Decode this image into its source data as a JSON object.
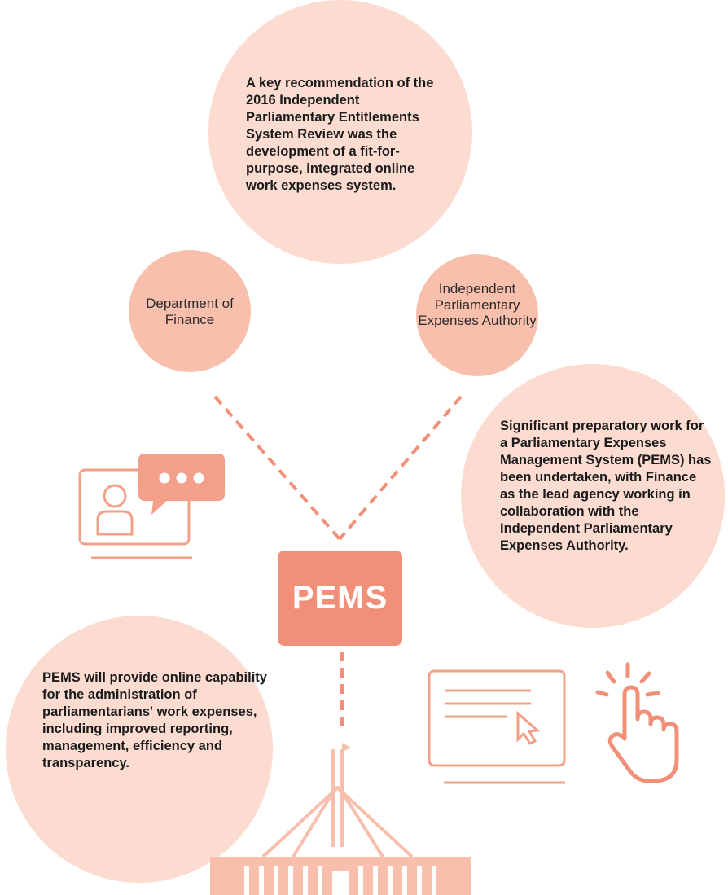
{
  "colors": {
    "light_circle": "#fcdcd1",
    "medium_circle": "#f8bfad",
    "accent": "#f28f78",
    "dashed_line": "#f28f78",
    "icon_stroke": "#f2a08a",
    "text": "#1a1a1a"
  },
  "top_circle": {
    "text": "A key recommendation of the 2016 Independent Parliamentary Entitlements System Review was the development of a fit-for-purpose, integrated online work expenses system."
  },
  "left_node": {
    "label": "Department of Finance"
  },
  "right_node": {
    "label": "Independent Parliamentary Expenses Authority"
  },
  "right_circle": {
    "text": "Significant preparatory work for a Parliamentary Expenses Management System (PEMS) has been undertaken, with Finance as the lead agency working in collaboration with the Independent Parliamentary Expenses Authority."
  },
  "center": {
    "label": "PEMS"
  },
  "left_circle": {
    "text": "PEMS will provide online capability for the administration of parliamentarians' work expenses, including improved reporting, management, efficiency and transparency."
  },
  "icons": [
    "video-chat-icon",
    "computer-cursor-icon",
    "tap-hand-icon",
    "parliament-house-icon"
  ]
}
